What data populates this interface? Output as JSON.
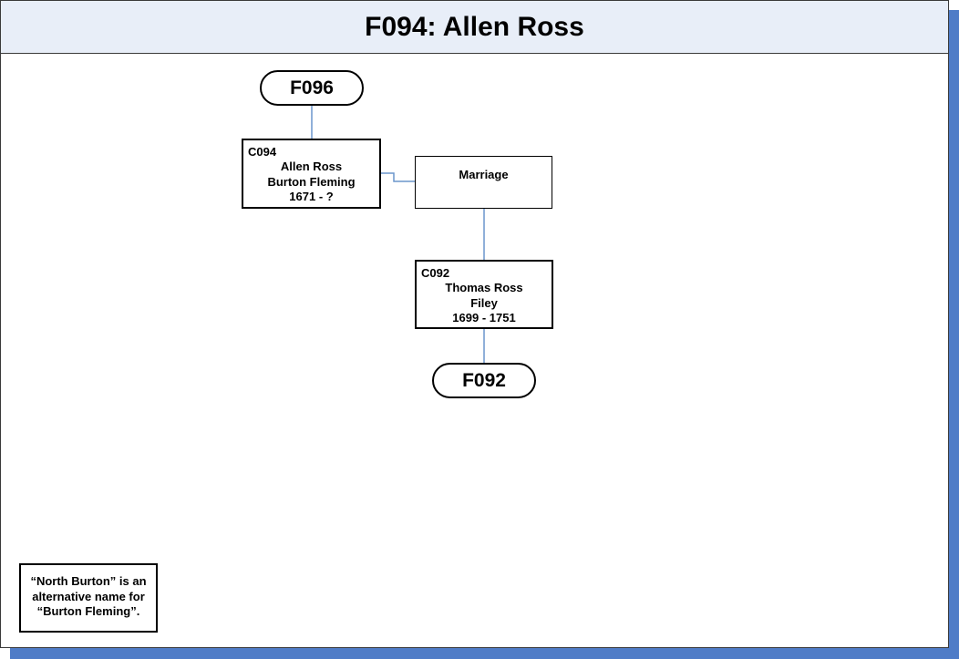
{
  "header": {
    "title": "F094: Allen Ross"
  },
  "nodes": {
    "parent_family": {
      "label": "F096"
    },
    "father": {
      "id": "C094",
      "name": "Allen Ross",
      "place": "Burton Fleming",
      "dates": "1671 - ?"
    },
    "marriage": {
      "label": "Marriage"
    },
    "child": {
      "id": "C092",
      "name": "Thomas Ross",
      "place": "Filey",
      "dates": "1699 - 1751"
    },
    "child_family": {
      "label": "F092"
    }
  },
  "note": {
    "lines": [
      "“North Burton” is an",
      "alternative name for",
      "“Burton Fleming”."
    ]
  },
  "colors": {
    "connector": "#6b96cc",
    "shadow": "#4f7cc7",
    "header_bg": "#e8eef8"
  }
}
